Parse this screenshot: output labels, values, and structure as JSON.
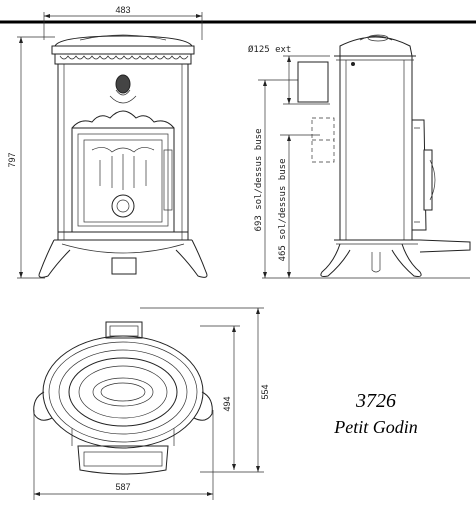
{
  "dimensions": {
    "top_width": "483",
    "height_total": "797",
    "flue_diameter": "Ø125 ext",
    "flue_height_top": "693 sol/dessus buse",
    "flue_height_bottom": "465 sol/dessus buse",
    "depth_total": "554",
    "depth_body": "494",
    "base_width": "587"
  },
  "product": {
    "model_number": "3726",
    "model_name": "Petit Godin"
  }
}
